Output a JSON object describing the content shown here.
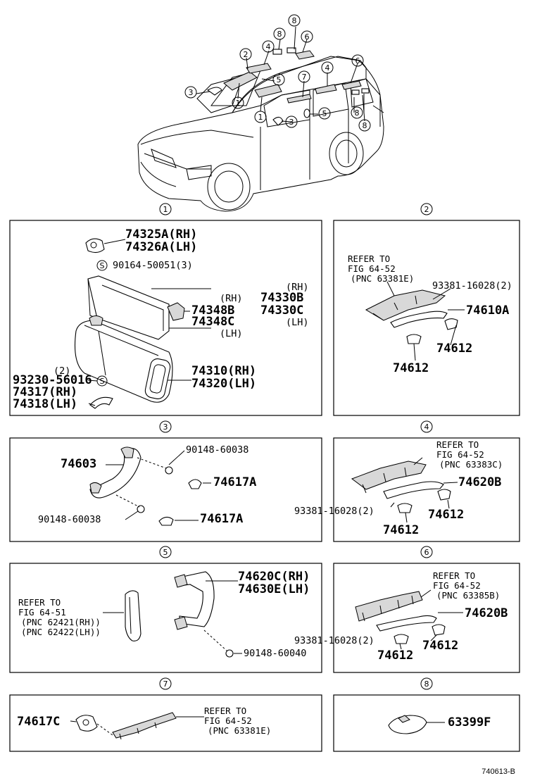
{
  "overview": {
    "callouts": [
      "1",
      "1",
      "1",
      "2",
      "3",
      "3",
      "4",
      "4",
      "5",
      "5",
      "6",
      "6",
      "7",
      "8",
      "8",
      "8",
      "8"
    ]
  },
  "sections": {
    "s1": {
      "number": "1",
      "labels": {
        "p1": "74325A(RH)",
        "p2": "74326A(LH)",
        "screw_mark": "S",
        "screw": "90164-50051(3)",
        "rh_top": "(RH)",
        "rh_mid": "(RH)",
        "p3": "74330B",
        "p4": "74348B",
        "p5": "74330C",
        "p6": "74348C",
        "lh_mid": "(LH)",
        "lh_right": "(LH)",
        "p7": "74310(RH)",
        "p8": "74320(LH)",
        "qty2": "(2)",
        "p9": "93230-56016",
        "screw_mark2": "S",
        "p10": "74317(RH)",
        "p11": "74318(LH)"
      }
    },
    "s2": {
      "number": "2",
      "labels": {
        "ref1": "REFER TO",
        "ref2": "FIG 64-52",
        "ref3": "(PNC 63381E)",
        "p1": "93381-16028(2)",
        "p2": "74610A",
        "p3": "74612",
        "p4": "74612"
      }
    },
    "s3": {
      "number": "3",
      "labels": {
        "p1": "74603",
        "p2": "90148-60038",
        "p3": "74617A",
        "p4": "90148-60038",
        "p5": "74617A"
      }
    },
    "s4": {
      "number": "4",
      "labels": {
        "ref1": "REFER TO",
        "ref2": "FIG 64-52",
        "ref3": "(PNC 63383C)",
        "p1": "74620B",
        "p2": "93381-16028(2)",
        "p3": "74612",
        "p4": "74612"
      }
    },
    "s5": {
      "number": "5",
      "labels": {
        "p1": "74620C(RH)",
        "p2": "74630E(LH)",
        "ref1": "REFER TO",
        "ref2": "FIG 64-51",
        "ref3": "(PNC 62421(RH))",
        "ref4": "(PNC 62422(LH))",
        "p3": "90148-60040"
      }
    },
    "s6": {
      "number": "6",
      "labels": {
        "ref1": "REFER TO",
        "ref2": "FIG 64-52",
        "ref3": "(PNC 63385B)",
        "p1": "74620B",
        "p2": "93381-16028(2)",
        "p3": "74612",
        "p4": "74612"
      }
    },
    "s7": {
      "number": "7",
      "labels": {
        "p1": "74617C",
        "ref1": "REFER TO",
        "ref2": "FIG 64-52",
        "ref3": "(PNC 63381E)"
      }
    },
    "s8": {
      "number": "8",
      "labels": {
        "p1": "63399F"
      }
    }
  },
  "figure_id": "740613-B"
}
